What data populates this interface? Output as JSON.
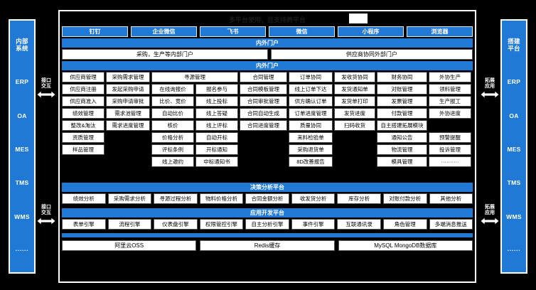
{
  "header": {
    "title": "多平台使用，且支持跨平台",
    "platforms": [
      "钉钉",
      "企业微信",
      "飞书",
      "微信",
      "小程序",
      "浏览器"
    ]
  },
  "portal": {
    "bar_label": "内外门户",
    "cells": [
      "采购，生产等内部门户",
      "供应商协同外部门户"
    ],
    "second_bar_label": "内外门户"
  },
  "left_rail": {
    "items": [
      "内部\n系统",
      "ERP",
      "OA",
      "MES",
      "TMS",
      "WMS",
      "······"
    ],
    "arrow_label": "接口\n交互"
  },
  "right_rail": {
    "items": [
      "搭建\n平台",
      "ERP",
      "OA",
      "MES",
      "TMS",
      "WMS",
      "······"
    ],
    "arrow_label": "拓展\n应用"
  },
  "matrix": {
    "columns": [
      {
        "header": "供应商管理",
        "items": [
          "供应商注册",
          "供应商准入",
          "绩效管理",
          "整改&淘汰",
          "资质管理",
          "样品管理"
        ]
      },
      {
        "header": "采购需求管理",
        "items": [
          "发起采购申请",
          "采购申请审批",
          "需求池管理",
          "需求进度管理"
        ]
      },
      {
        "header": "寻源管理",
        "pairs": [
          [
            "在线询报价",
            "报名参与"
          ],
          [
            "比价、竞价",
            "线上投标"
          ],
          [
            "自动比价",
            "线上答疑"
          ],
          [
            "核价",
            "线上评标"
          ],
          [
            "价格分析",
            "自动开标"
          ],
          [
            "评标条例",
            "开标通知"
          ],
          [
            "线上邀约",
            "中标通知书"
          ]
        ]
      },
      {
        "header": "合同管理",
        "items": [
          "合同模板管理",
          "合同审批管理",
          "合同自动生成",
          "合同进度管理"
        ]
      },
      {
        "header": "订单协同",
        "items": [
          "线上订单下达",
          "供方确认订单",
          "订单进度管理",
          "质量协同",
          "来料检验单",
          "采购退货单",
          "8D改善报告"
        ]
      },
      {
        "header": "发收货协同",
        "items": [
          "发货通知单",
          "发货单打印",
          "发货进度",
          "扫码收货"
        ]
      },
      {
        "header": "财务协同",
        "items": [
          "对账管理",
          "发票管理",
          "付款管理"
        ]
      },
      {
        "header": "外协生产",
        "items": [
          "领料管理",
          "生产报工",
          "外协进度"
        ]
      }
    ],
    "expand": {
      "header": "自主搭建拓展模块",
      "pairs": [
        [
          "通知公告",
          "预警提醒"
        ],
        [
          "物流管理",
          "投诉管理"
        ],
        [
          "模具管理",
          "··········"
        ]
      ]
    }
  },
  "decision_platform": {
    "title": "决策分析平台",
    "items": [
      "绩效分析",
      "采购需求分析",
      "寻源过程分析",
      "物料价格分析",
      "合同金额分析",
      "收发货分析",
      "库存分析",
      "对账付款分析",
      "其他分析"
    ]
  },
  "app_platform": {
    "title": "应用开发平台",
    "items": [
      "表单引擎",
      "流程引擎",
      "仪表盘引擎",
      "权限管控引擎",
      "自主分析引擎",
      "事件引擎",
      "互联通讯录",
      "角色管理",
      "多端消息推送"
    ]
  },
  "infrastructure": {
    "items": [
      "阿里云OSS",
      "Redis缓存",
      "MySQL MongoDB数据库"
    ]
  },
  "colors": {
    "accent": "#2079d4",
    "background": "#000000",
    "cell": "#ffffff"
  }
}
